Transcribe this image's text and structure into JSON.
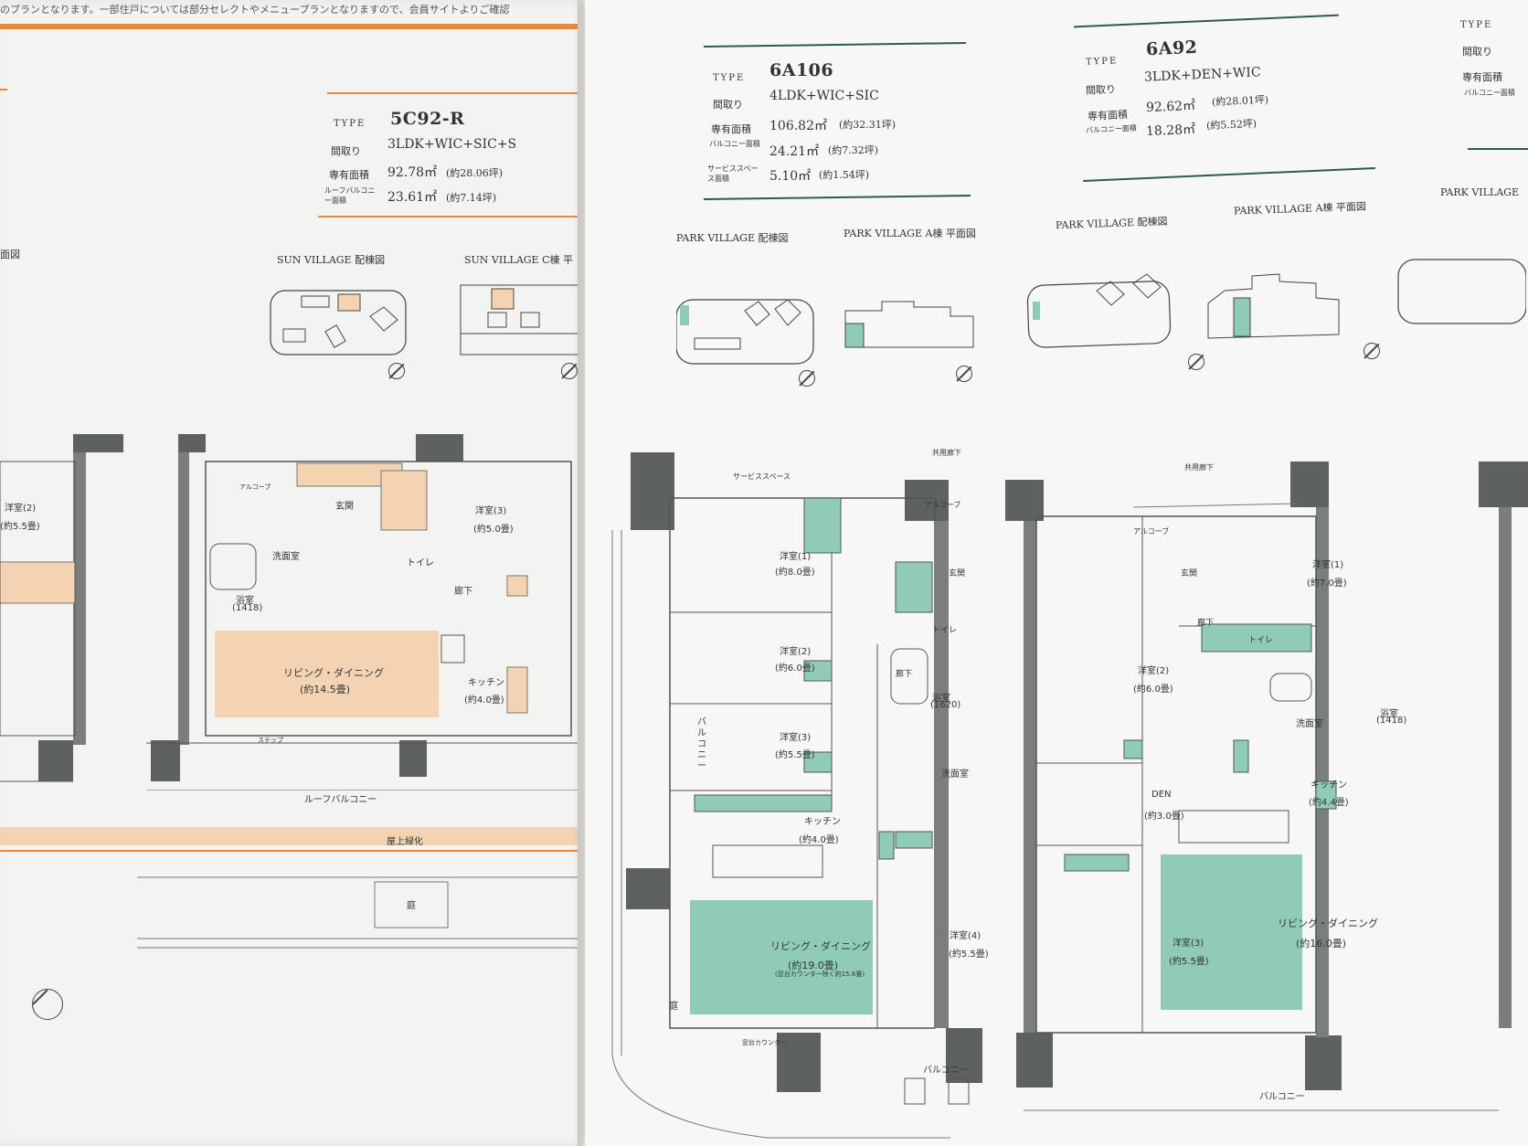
{
  "left_page": {
    "header_note": "のプランとなります。一部住戸については部分セレクトやメニュープランとなりますので、会員サイトよりご確認",
    "type_label": "TYPE",
    "type_code": "5C92-R",
    "madori_label": "間取り",
    "madori": "3LDK+WIC+SIC+S",
    "area_label": "専有面積",
    "area": "92.78㎡",
    "area_tsubo": "(約28.06坪)",
    "balcony_label": "ルーフバルコニー面積",
    "balcony": "23.61㎡",
    "balcony_tsubo": "(約7.14坪)",
    "map1": "SUN VILLAGE 配棟図",
    "map2": "SUN VILLAGE C棟 平",
    "side_fragment": "面図",
    "rooms": {
      "yoshitsu2": "洋室(2)",
      "yoshitsu2_size": "(約5.5畳)",
      "yoshitsu3": "洋室(3)",
      "yoshitsu3_size": "(約5.0畳)",
      "genkan": "玄関",
      "senmenshitsu": "洗面室",
      "yokushitsu": "浴室",
      "yokushitsu_size": "(1418)",
      "toilet": "トイレ",
      "roka": "廊下",
      "living": "リビング・ダイニング",
      "living_size": "(約14.5畳)",
      "kitchen": "キッチン",
      "kitchen_size": "(約4.0畳)",
      "roof_balcony": "ルーフバルコニー",
      "rooftop_green": "屋上緑化",
      "niwa": "庭",
      "alcove": "アルコーブ",
      "step": "ステップ"
    }
  },
  "right_page": {
    "unit_a": {
      "type_label": "TYPE",
      "type_code": "6A106",
      "madori_label": "間取り",
      "madori": "4LDK+WIC+SIC",
      "area_label": "専有面積",
      "area": "106.82㎡",
      "area_tsubo": "(約32.31坪)",
      "balcony_label": "バルコニー面積",
      "balcony": "24.21㎡",
      "balcony_tsubo": "(約7.32坪)",
      "service_label": "サービススペース面積",
      "service": "5.10㎡",
      "service_tsubo": "(約1.54坪)",
      "map1": "PARK VILLAGE 配棟図",
      "map2": "PARK VILLAGE A棟 平面図",
      "rooms": {
        "kyoyo": "共用廊下",
        "service_space": "サービススペース",
        "alcove": "アルコーブ",
        "yoshitsu1": "洋室(1)",
        "yoshitsu1_size": "(約8.0畳)",
        "yoshitsu2": "洋室(2)",
        "yoshitsu2_size": "(約6.0畳)",
        "yoshitsu3": "洋室(3)",
        "yoshitsu3_size": "(約5.5畳)",
        "yoshitsu4": "洋室(4)",
        "yoshitsu4_size": "(約5.5畳)",
        "genkan": "玄関",
        "toilet": "トイレ",
        "roka": "廊下",
        "yokushitsu": "浴室",
        "yokushitsu_size": "(1620)",
        "senmenshitsu": "洗面室",
        "kitchen": "キッチン",
        "kitchen_size": "(約4.0畳)",
        "living": "リビング・ダイニング",
        "living_size": "(約19.0畳)",
        "living_note": "(窓台カウンター除く約15.6畳)",
        "balcony": "バルコニー",
        "balcony_v": "バルコニー",
        "madodai": "窓台カウンター",
        "niwa": "庭"
      }
    },
    "unit_b": {
      "type_label": "TYPE",
      "type_code": "6A92",
      "madori_label": "間取り",
      "madori": "3LDK+DEN+WIC",
      "area_label": "専有面積",
      "area": "92.62㎡",
      "area_tsubo": "(約28.01坪)",
      "balcony_label": "バルコニー面積",
      "balcony": "18.28㎡",
      "balcony_tsubo": "(約5.52坪)",
      "map1": "PARK VILLAGE 配棟図",
      "map2": "PARK VILLAGE A棟 平面図",
      "rooms": {
        "kyoyo": "共用廊下",
        "alcove": "アルコーブ",
        "genkan": "玄関",
        "yoshitsu1": "洋室(1)",
        "yoshitsu1_size": "(約7.0畳)",
        "yoshitsu2": "洋室(2)",
        "yoshitsu2_size": "(約6.0畳)",
        "yoshitsu3": "洋室(3)",
        "yoshitsu3_size": "(約5.5畳)",
        "roka": "廊下",
        "toilet": "トイレ",
        "senmenshitsu": "洗面室",
        "yokushitsu": "浴室",
        "yokushitsu_size": "(1418)",
        "den": "DEN",
        "den_size": "(約3.0畳)",
        "kitchen": "キッチン",
        "kitchen_size": "(約4.4畳)",
        "living": "リビング・ダイニング",
        "living_size": "(約16.0畳)",
        "balcony": "バルコニー"
      }
    },
    "unit_c": {
      "type_label": "TYPE",
      "madori_label": "間取り",
      "area_label": "専有面積",
      "balcony_label": "バルコニー面積",
      "map1": "PARK VILLAGE"
    }
  },
  "colors": {
    "orange": "#e38a3c",
    "orange_fill": "#f3d3b2",
    "green": "#2d5b4e",
    "green_fill": "#8fcbb7",
    "wall": "#5d625f"
  }
}
